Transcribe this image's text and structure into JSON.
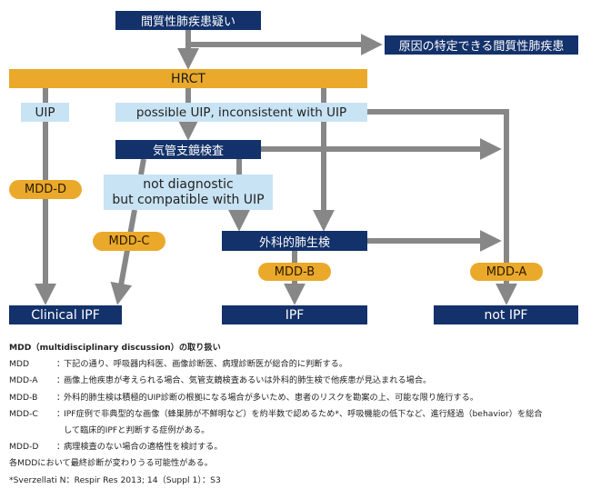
{
  "colors": {
    "navy": "#13316a",
    "orange": "#eaa92a",
    "light_blue": "#c8e3f3",
    "arrow_gray": "#878787"
  },
  "flowchart": {
    "start": "間質性肺疾患疑い",
    "identifiable_cause": "原因の特定できる間質性肺疾患",
    "hrct": "HRCT",
    "uip": "UIP",
    "possible_uip": "possible UIP, inconsistent with UIP",
    "bronchoscopy": "気管支鏡検査",
    "not_diagnostic_line1": "not diagnostic",
    "not_diagnostic_line2": "but compatible with UIP",
    "surgical_biopsy": "外科的肺生検",
    "mdd_a": "MDD-A",
    "mdd_b": "MDD-B",
    "mdd_c": "MDD-C",
    "mdd_d": "MDD-D",
    "clinical_ipf": "Clinical IPF",
    "ipf": "IPF",
    "not_ipf": "not IPF"
  },
  "notes": {
    "heading": "MDD（multidisciplinary discussion）の取り扱い",
    "items": [
      {
        "key": "MDD",
        "text": "下記の通り、呼吸器内科医、画像診断医、病理診断医が総合的に判断する。"
      },
      {
        "key": "MDD-A",
        "text": "画像上他疾患が考えられる場合、気管支鏡検査あるいは外科的肺生検で他疾患が見込まれる場合。"
      },
      {
        "key": "MDD-B",
        "text": "外科的肺生検は積極的UIP診断の根拠になる場合が多いため、患者のリスクを勘案の上、可能な限り施行する。"
      },
      {
        "key": "MDD-C",
        "text": "IPF症例で非典型的な画像（蜂巣肺が不鮮明など）を約半数で認めるため*、呼吸機能の低下など、進行経過（behavior）を総合"
      },
      {
        "key": "MDD-D",
        "text": "病理検査のない場合の適格性を検討する。"
      }
    ],
    "mdd_c_continuation": "して臨床的IPFと判断する症例がある。",
    "separator": "：",
    "footer_line": "各MDDにおいて最終診断が変わりうる可能性がある。",
    "citation": "*Sverzellati N：Respir Res 2013; 14（Suppl 1）：S3"
  }
}
